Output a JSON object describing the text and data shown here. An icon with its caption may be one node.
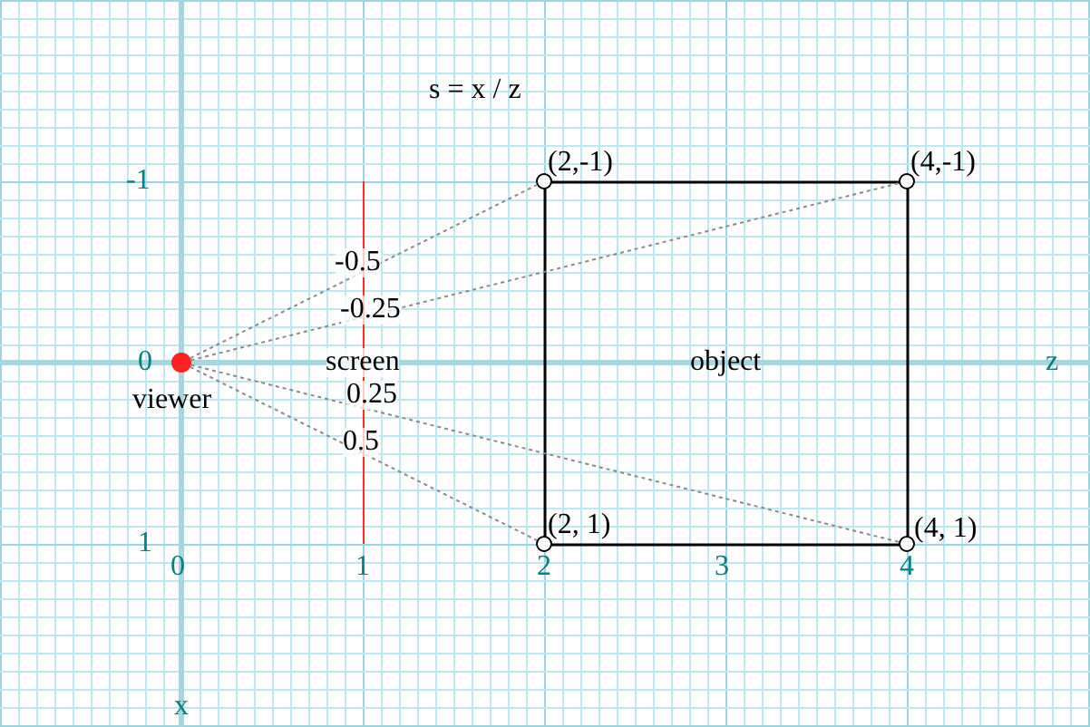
{
  "diagram": {
    "title": "s = x / z",
    "nodes": [
      {
        "text": [],
        "shape": "circle",
        "beside": [
          "viewer"
        ]
      },
      {
        "text": [
          "object"
        ]
      },
      {
        "text": [],
        "shape": "circle",
        "beside": [
          "(2,-1)"
        ]
      },
      {
        "text": [],
        "shape": "circle",
        "beside": [
          "(4,-1)"
        ]
      },
      {
        "text": [],
        "shape": "circle",
        "beside": [
          "(2, 1)"
        ]
      },
      {
        "text": [],
        "shape": "circle",
        "beside": [
          "(4, 1)"
        ]
      }
    ],
    "edges": [
      {
        "from": 0,
        "to": 2,
        "arrow": "none",
        "label": "-0.5",
        "style": "dashed"
      },
      {
        "from": 0,
        "to": 3,
        "arrow": "none",
        "label": "-0.25",
        "style": "dashed"
      },
      {
        "from": 0,
        "to": 5,
        "arrow": "none",
        "label": "0.25",
        "style": "dashed"
      },
      {
        "from": 0,
        "to": 4,
        "arrow": "none",
        "label": "0.5",
        "style": "dashed"
      }
    ],
    "labels": [
      "-1",
      "0",
      "screen",
      "z",
      "1",
      "0",
      "1",
      "2",
      "3",
      "4",
      "x"
    ]
  }
}
